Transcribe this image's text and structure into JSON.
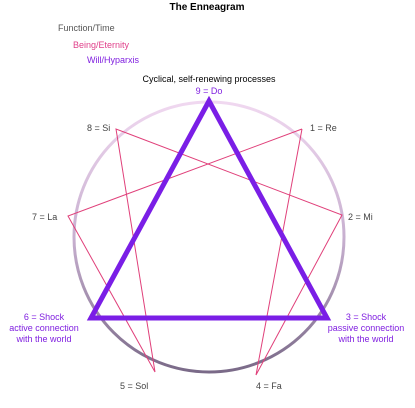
{
  "title": "The Enneagram",
  "legend": [
    {
      "text": "Function/Time",
      "color": "#555555"
    },
    {
      "text": "Being/Eternity",
      "color": "#e0408a"
    },
    {
      "text": "Will/Hyparxis",
      "color": "#8020e0"
    }
  ],
  "circle_caption": "Cyclical, self-renewing processes",
  "points": {
    "p9": {
      "label": "9 = Do",
      "color": "#8020e0"
    },
    "p1": {
      "label": "1 = Re",
      "color": "#444444"
    },
    "p2": {
      "label": "2 = Mi",
      "color": "#444444"
    },
    "p3": {
      "lines": [
        "3 = Shock",
        "passive connection",
        "with the world"
      ],
      "color": "#8020e0"
    },
    "p4": {
      "label": "4 = Fa",
      "color": "#444444"
    },
    "p5": {
      "label": "5 = Sol",
      "color": "#444444"
    },
    "p6": {
      "lines": [
        "6 = Shock",
        "active connection",
        "with the world"
      ],
      "color": "#8020e0"
    },
    "p7": {
      "label": "7 = La",
      "color": "#444444"
    },
    "p8": {
      "label": "8 = Si",
      "color": "#444444"
    }
  },
  "colors": {
    "triangle": "#7a1ee6",
    "hexad": "#e0407a",
    "circle_light": "#f0d8f0",
    "circle_dark": "#7a6a88"
  }
}
